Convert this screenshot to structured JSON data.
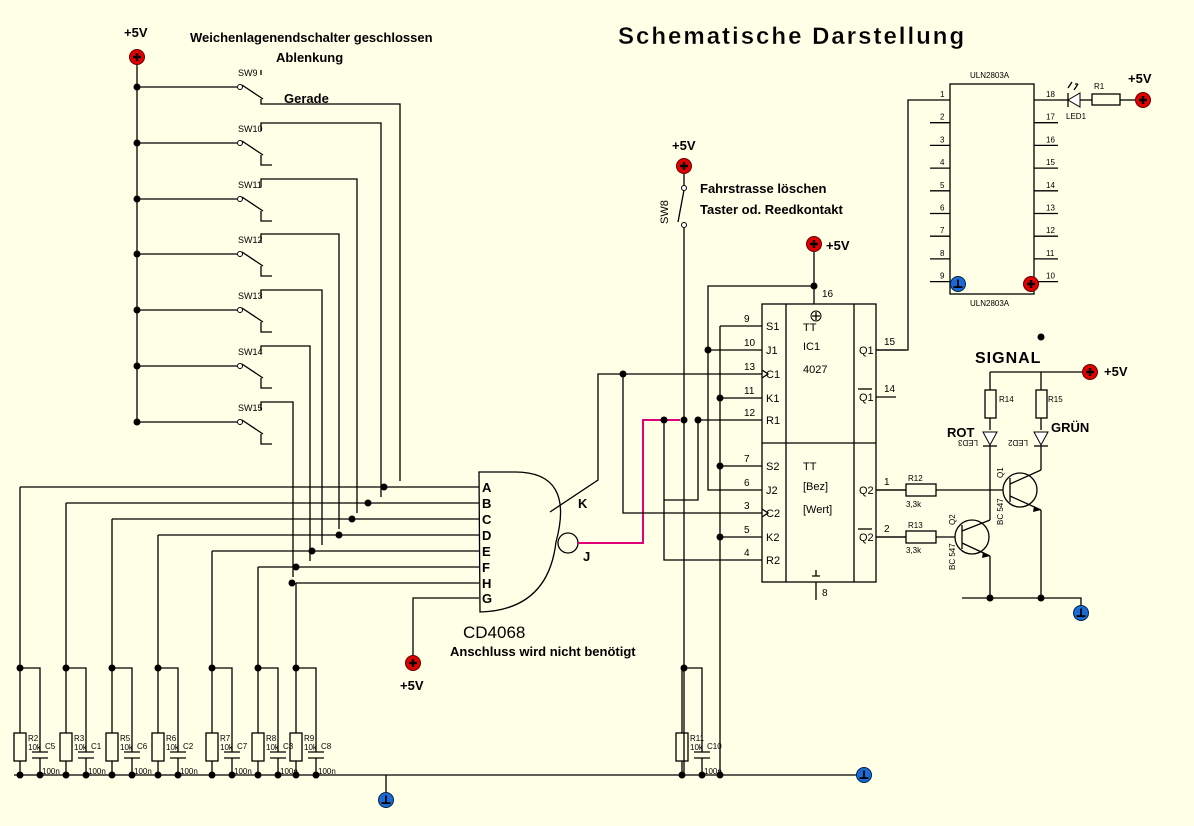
{
  "title": "Schematische Darstellung",
  "labels": {
    "supply": "+5V",
    "switch_header": "Weichenlagenendschalter geschlossen",
    "ablenkung": "Ablenkung",
    "gerade": "Gerade",
    "fahrstrasse": "Fahrstrasse löschen",
    "taster": "Taster od. Reedkontakt",
    "sw8": "SW8",
    "cd4068": "CD4068",
    "anschluss": "Anschluss wird nicht benötigt",
    "signal": "SIGNAL",
    "rot": "ROT",
    "gruen": "GRÜN",
    "k_out": "K",
    "j_out": "J"
  },
  "switches": [
    "SW9",
    "SW10",
    "SW11",
    "SW12",
    "SW13",
    "SW14",
    "SW15"
  ],
  "gate_inputs": [
    "A",
    "B",
    "C",
    "D",
    "E",
    "F",
    "H",
    "G"
  ],
  "ic1": {
    "top_lines": [
      "TT",
      "IC1",
      "4027"
    ],
    "bottom_lines": [
      "TT",
      "[Bez]",
      "[Wert]"
    ],
    "left_pins_top": [
      {
        "num": "9",
        "name": "S1"
      },
      {
        "num": "10",
        "name": "J1"
      },
      {
        "num": "13",
        "name": "C1"
      },
      {
        "num": "11",
        "name": "K1"
      },
      {
        "num": "12",
        "name": "R1"
      }
    ],
    "left_pins_bottom": [
      {
        "num": "7",
        "name": "S2"
      },
      {
        "num": "6",
        "name": "J2"
      },
      {
        "num": "3",
        "name": "C2"
      },
      {
        "num": "5",
        "name": "K2"
      },
      {
        "num": "4",
        "name": "R2"
      }
    ],
    "right_pins": [
      {
        "num": "15",
        "name": "Q1"
      },
      {
        "num": "14",
        "name": "Q1"
      },
      {
        "num": "1",
        "name": "Q2"
      },
      {
        "num": "2",
        "name": "Q2"
      }
    ],
    "vdd_pin": "16",
    "vss_pin": "8"
  },
  "uln": {
    "name": "ULN2803A",
    "left_pins": [
      "1",
      "2",
      "3",
      "4",
      "5",
      "6",
      "7",
      "8",
      "9"
    ],
    "right_pins": [
      "18",
      "17",
      "16",
      "15",
      "14",
      "13",
      "12",
      "11",
      "10"
    ],
    "led": "LED1",
    "resistor": "R1"
  },
  "transistors": [
    {
      "ref": "Q1",
      "type": "BC 547"
    },
    {
      "ref": "Q2",
      "type": "BC 547"
    }
  ],
  "signal_parts": [
    {
      "ref": "R12",
      "value": "3,3k"
    },
    {
      "ref": "R13",
      "value": "3,3k"
    },
    {
      "ref": "R14"
    },
    {
      "ref": "R15"
    },
    {
      "ref": "LED3"
    },
    {
      "ref": "LED2"
    }
  ],
  "bottom_parts": [
    {
      "r": "R2",
      "c": "C5"
    },
    {
      "r": "R3",
      "c": "C1"
    },
    {
      "r": "R5",
      "c": "C6"
    },
    {
      "r": "R6",
      "c": "C2"
    },
    {
      "r": "R7",
      "c": "C7"
    },
    {
      "r": "R8",
      "c": "C3"
    },
    {
      "r": "R9",
      "c": "C8"
    },
    {
      "r": "R11",
      "c": "C10"
    }
  ],
  "r_value": "10k",
  "c_value": "100n",
  "colors": {
    "background": "#fffee6",
    "supply": "#e00000",
    "ground": "#1a6ad6",
    "pink_wire": "#e0007a"
  }
}
